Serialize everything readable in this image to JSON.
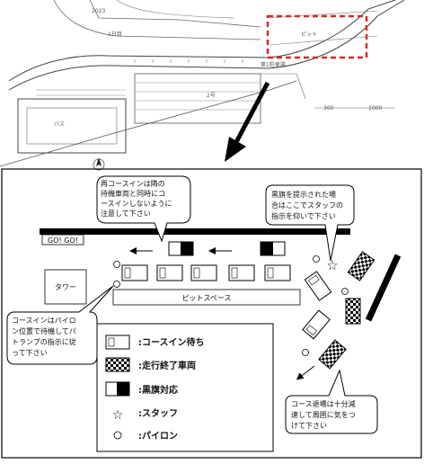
{
  "map": {
    "tiny_labels": [
      "2023",
      "1日目",
      "バス",
      "2号",
      "第1駐車場",
      "ピット",
      "300",
      "1000"
    ]
  },
  "diagram": {
    "gogo_label": "GO! GO!",
    "tower_label": "タワー",
    "pitspace_label": "ピットスペース",
    "bubble_top": [
      "再コースインは隣の",
      "待機車両と同時にコ",
      "ースインしないように",
      "注意して下さい"
    ],
    "bubble_right": [
      "黒旗を提示された場",
      "合はここでスタッフの",
      "指示を仰いで下さい"
    ],
    "bubble_left": [
      "コースインはパイロ",
      "ン位置で待機してパ",
      "トランプの指示に従",
      "って下さい"
    ],
    "bubble_bottom": [
      "コース退場は十分減",
      "速して周囲に気をつ",
      "けて下さい"
    ]
  },
  "legend": {
    "items": [
      {
        "symbol": "waiting-car",
        "label": ":コースイン待ち"
      },
      {
        "symbol": "finished-car",
        "label": ":走行終了車両"
      },
      {
        "symbol": "black-flag-car",
        "label": ":黒旗対応"
      },
      {
        "symbol": "staff-star",
        "label": ":スタッフ"
      },
      {
        "symbol": "pylon-circle",
        "label": ":パイロン"
      }
    ]
  }
}
